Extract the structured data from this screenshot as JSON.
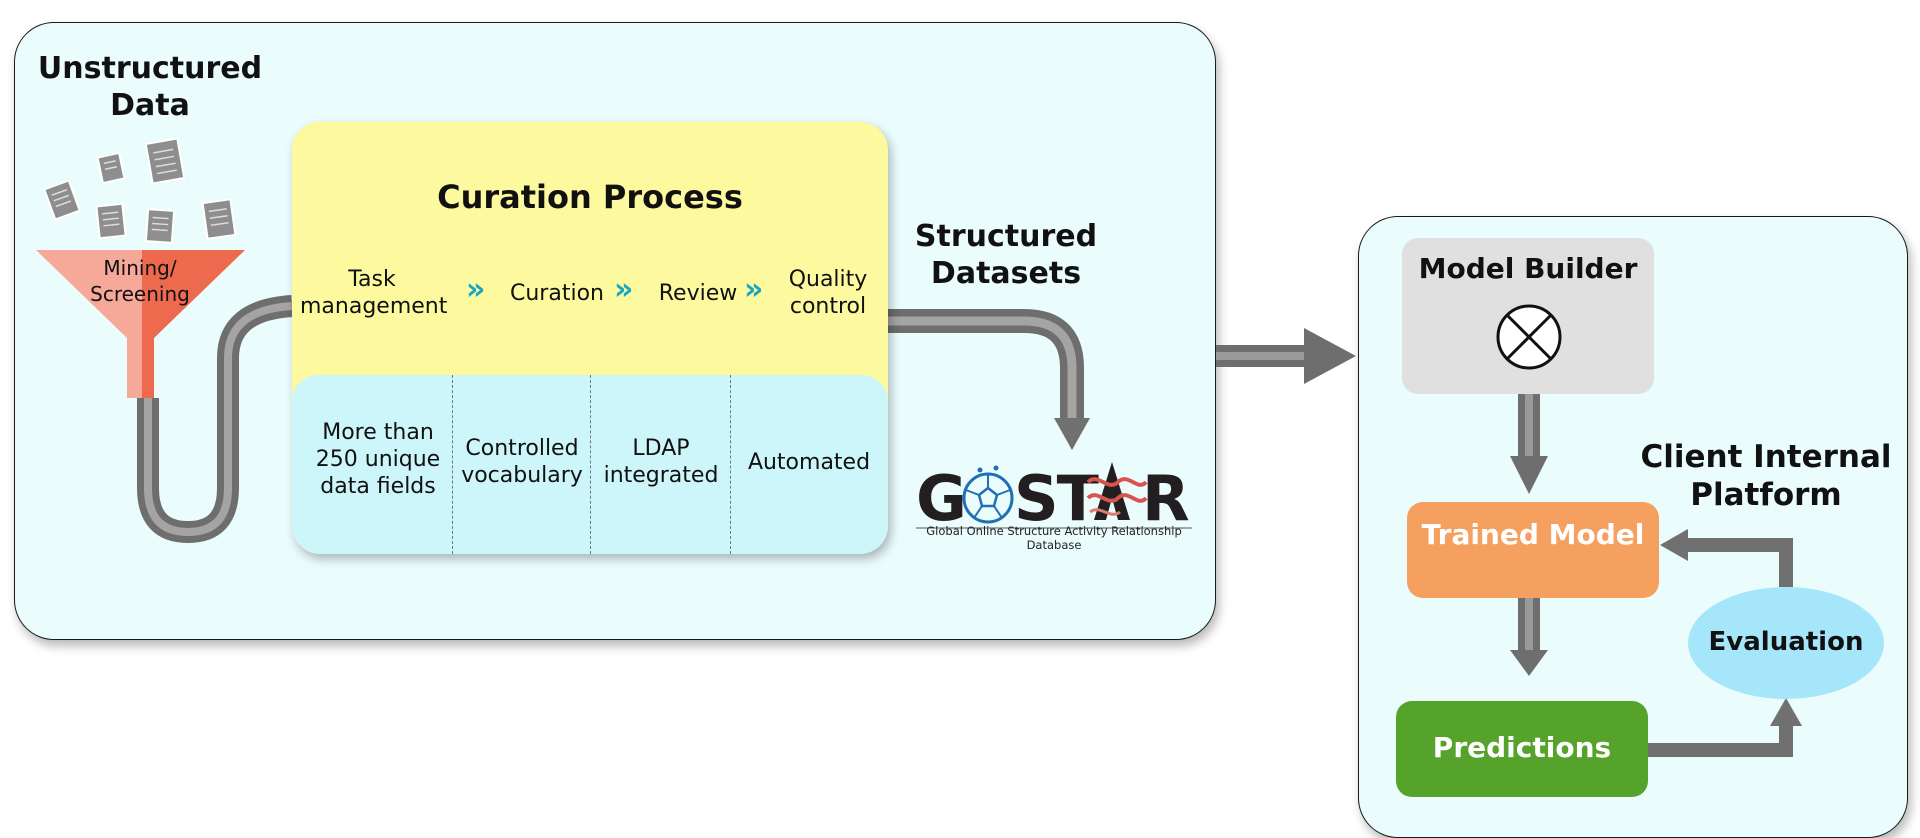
{
  "left_panel": {
    "unstructured_title": "Unstructured Data",
    "funnel_label": "Mining/ Screening",
    "curation": {
      "title": "Curation Process",
      "steps": [
        "Task management",
        "Curation",
        "Review",
        "Quality control"
      ],
      "features": [
        "More than 250 unique data fields",
        "Controlled vocabulary",
        "LDAP integrated",
        "Automated"
      ]
    },
    "structured_title": "Structured Datasets",
    "gostar": {
      "logo_text": "GOSTAR",
      "subtitle": "Global Online Structure Activity Relationship Database"
    }
  },
  "right_panel": {
    "model_builder": "Model Builder",
    "trained_model": "Trained Model",
    "predictions": "Predictions",
    "evaluation": "Evaluation",
    "client_title": "Client Internal Platform"
  },
  "colors": {
    "panel_bg": "#ebfcfd",
    "curation_yellow": "#fcf99e",
    "curation_cyan": "#cdf6fa",
    "funnel_light": "#f6a899",
    "funnel_dark": "#ee6a4e",
    "chevron": "#1aa6c4",
    "trained_model": "#f5a05f",
    "predictions": "#55a32b",
    "evaluation": "#a6e6fb",
    "model_builder": "#e0e0e0",
    "arrow_gray": "#707070"
  },
  "icons": [
    "document-icon",
    "funnel-icon",
    "chevron-right-icon",
    "operator-x-circle-icon",
    "buckyball-icon",
    "helix-icon"
  ]
}
